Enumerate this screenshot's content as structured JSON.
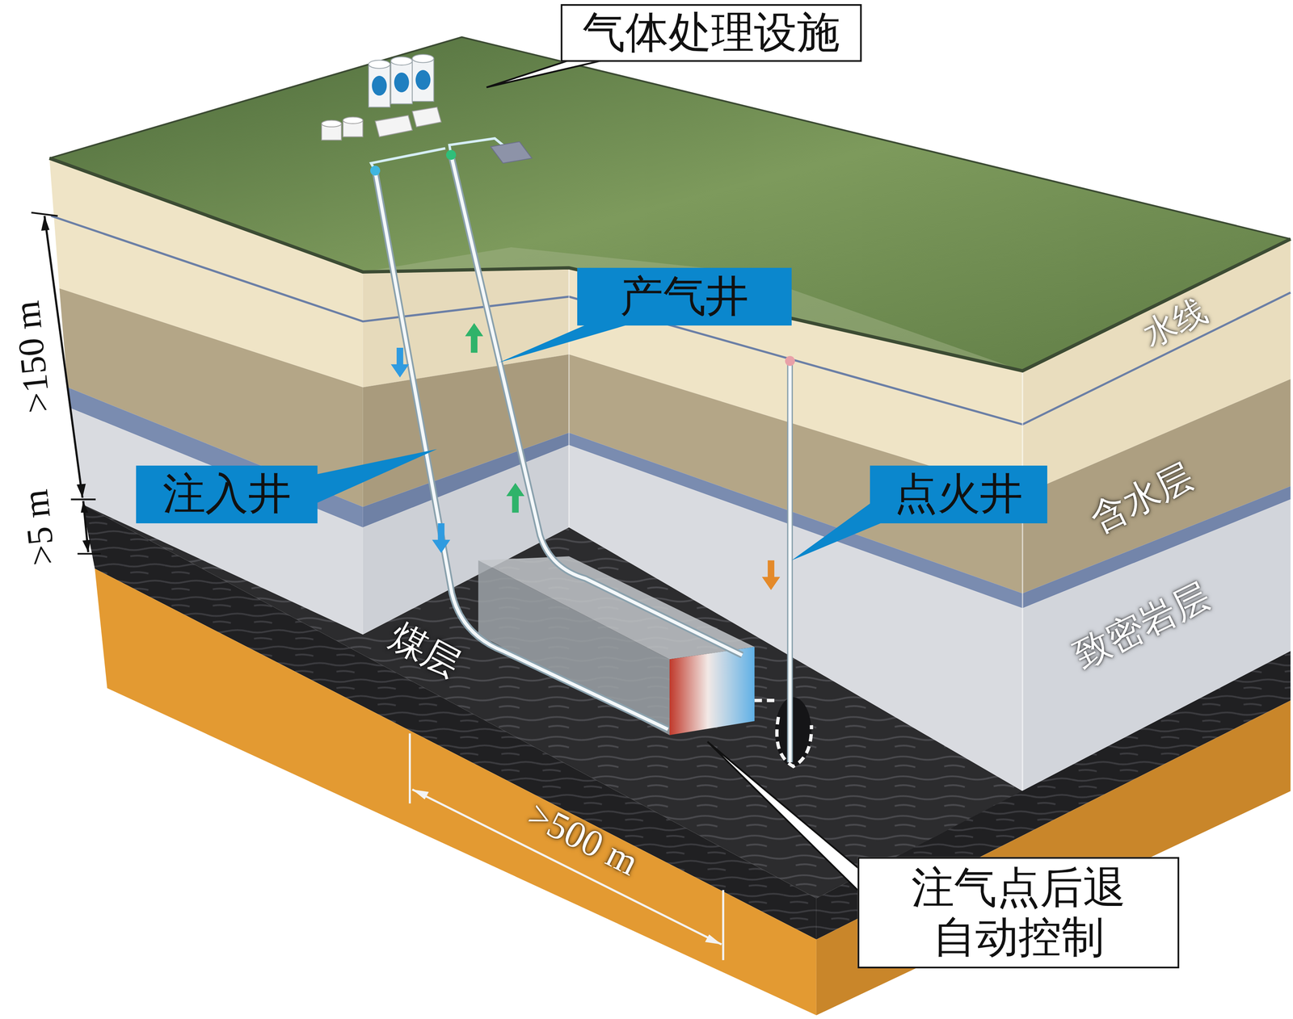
{
  "diagram": {
    "nodes": [
      {
        "text": [
          "气体处理设施"
        ]
      },
      {
        "text": [
          "产气井"
        ]
      },
      {
        "text": [
          "注入井"
        ]
      },
      {
        "text": [
          "点火井"
        ]
      },
      {
        "text": [
          "注气点后退 自动控制"
        ]
      }
    ],
    "labels": [
      "水线",
      "含水层",
      "致密岩层",
      "煤层",
      ">500 m",
      ">150 m",
      ">5 m"
    ]
  }
}
